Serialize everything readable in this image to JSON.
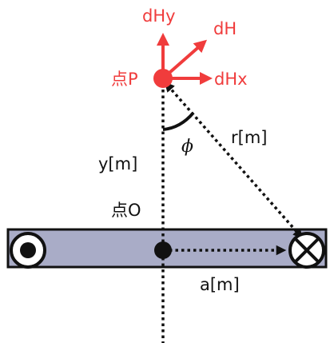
{
  "colors": {
    "vector": "#f03c3c",
    "bar_fill": "#a9acc7",
    "ink": "#111111",
    "background": "#ffffff"
  },
  "labels": {
    "dHy": "dHy",
    "dH": "dH",
    "dHx": "dHx",
    "point_p": "点P",
    "point_o": "点O",
    "r": "r[m]",
    "y": "y[m]",
    "a": "a[m]",
    "phi": "ϕ"
  },
  "icons": {
    "left_conductor": "current-out-of-page-icon",
    "right_conductor": "current-into-page-icon"
  }
}
